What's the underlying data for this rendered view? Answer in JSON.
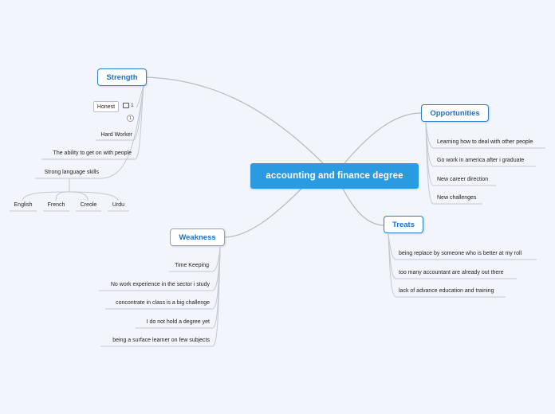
{
  "central": "accounting and finance degree",
  "topics": {
    "strength": {
      "label": "Strength",
      "honest": "Honest",
      "honest_badge": "1",
      "honest_marker": "1",
      "items": [
        "Hard Worker",
        "The ability to get on with people",
        "Strong language skills"
      ],
      "languages": [
        "English",
        "French",
        "Creole",
        "Urdu"
      ]
    },
    "opportunities": {
      "label": "Opportunities",
      "items": [
        "Learning how to deal with other people",
        "Go work in america after i graduate",
        "New career direction",
        "New challenges"
      ]
    },
    "treats": {
      "label": "Treats",
      "items": [
        "being replace by someone who is better at my roll",
        "too many accountant are already out there",
        "lack of advance education and training"
      ]
    },
    "weakness": {
      "label": "Weakness",
      "items": [
        "Time Keeping",
        "No work experience in the sector i study",
        "concontrate in class is a big challenge",
        "I do not hold a degree yet",
        "being a surface learner on few subjects"
      ]
    }
  },
  "colors": {
    "central_fill": "#2a9be0",
    "topic_border": "#2f7fcf",
    "topic_text": "#1f6fc0",
    "connector": "#b6bcc8"
  }
}
